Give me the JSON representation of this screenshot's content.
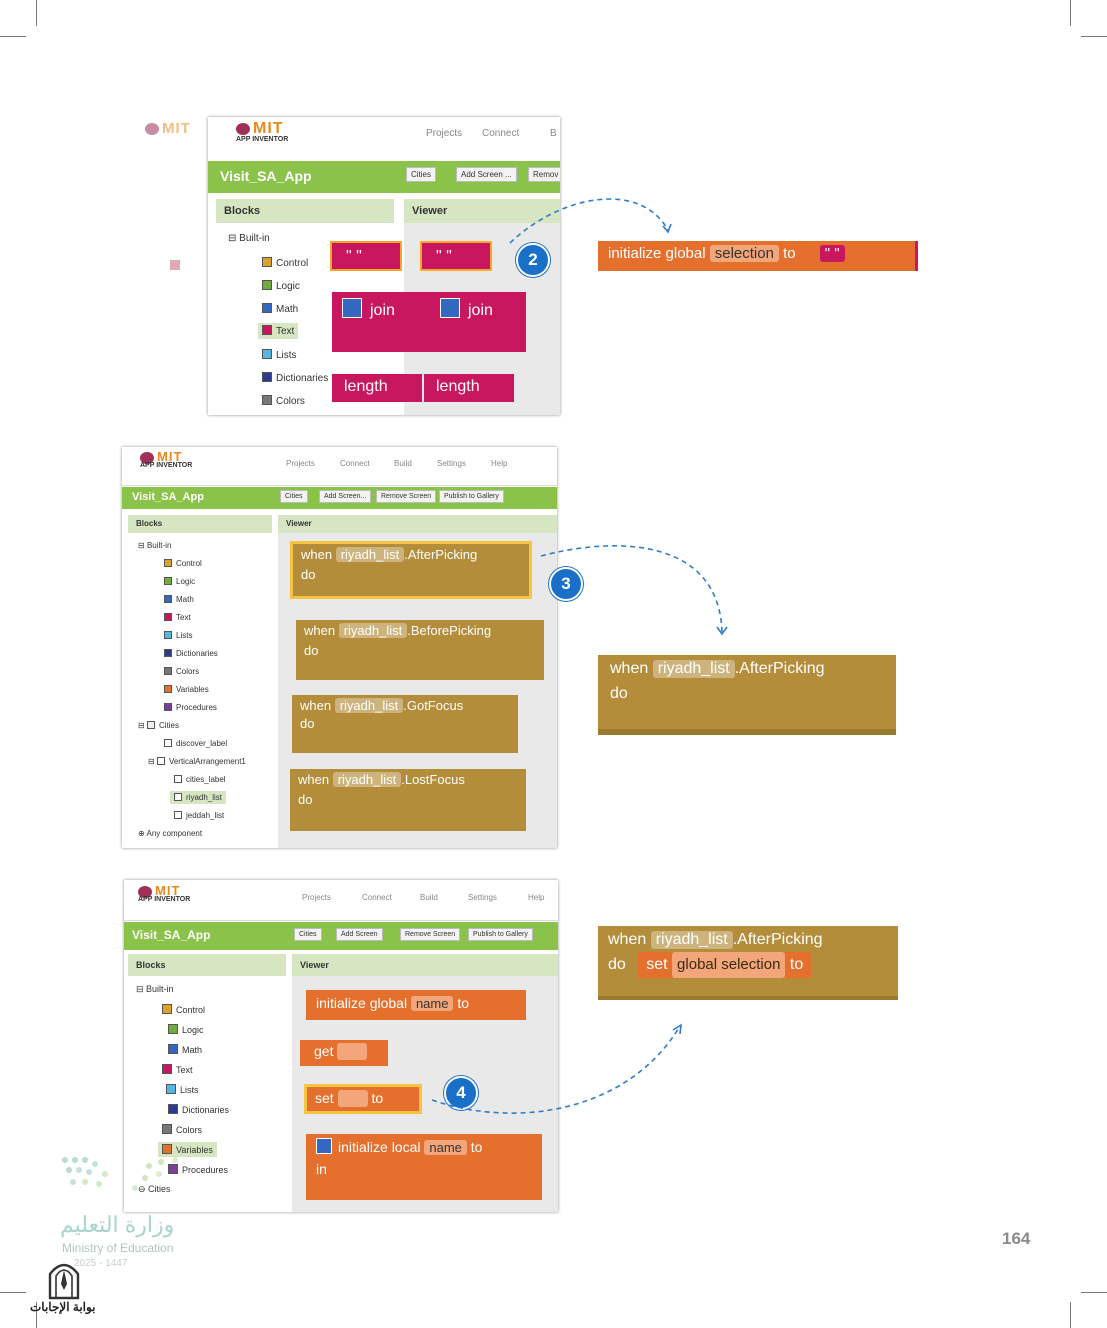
{
  "page": {
    "number": "164"
  },
  "brand": {
    "logo_text": "MIT",
    "logo_sub": "APP INVENTOR",
    "app_title": "Visit_SA_App"
  },
  "screenshot1": {
    "menu": [
      "Projects",
      "Connect",
      "B"
    ],
    "buttons": [
      "Cities",
      "Add Screen ...",
      "Remov"
    ],
    "blocks_header": "Blocks",
    "viewer_header": "Viewer",
    "tree_root": "Built-in",
    "tree": [
      "Control",
      "Logic",
      "Math",
      "Text",
      "Lists",
      "Dictionaries",
      "Colors"
    ],
    "blocks": {
      "quote": "\" \"",
      "join": "join",
      "length": "length"
    },
    "badge": "2"
  },
  "callout1": {
    "label": "initialize global",
    "name": "selection",
    "to": "to",
    "quote": "\" \""
  },
  "screenshot2": {
    "menu": [
      "Projects",
      "Connect",
      "Build",
      "Settings",
      "Help"
    ],
    "buttons": [
      "Cities",
      "Add Screen...",
      "Remove Screen",
      "Publish to Gallery"
    ],
    "blocks_header": "Blocks",
    "viewer_header": "Viewer",
    "tree_root": "Built-in",
    "tree": [
      "Control",
      "Logic",
      "Math",
      "Text",
      "Lists",
      "Dictionaries",
      "Colors",
      "Variables",
      "Procedures"
    ],
    "screen_root": "Cities",
    "components": [
      "discover_label",
      "VerticalArrangement1",
      "cities_label",
      "riyadh_list",
      "jeddah_list",
      "Any component"
    ],
    "events": [
      {
        "when": "when",
        "comp": "riyadh_list",
        "event": ".AfterPicking",
        "do": "do"
      },
      {
        "when": "when",
        "comp": "riyadh_list",
        "event": ".BeforePicking",
        "do": "do"
      },
      {
        "when": "when",
        "comp": "riyadh_list",
        "event": ".GotFocus",
        "do": "do"
      },
      {
        "when": "when",
        "comp": "riyadh_list",
        "event": ".LostFocus",
        "do": "do"
      }
    ],
    "badge": "3"
  },
  "callout2": {
    "when": "when",
    "comp": "riyadh_list",
    "event": ".AfterPicking",
    "do": "do"
  },
  "screenshot3": {
    "menu": [
      "Projects",
      "Connect",
      "Build",
      "Settings",
      "Help"
    ],
    "buttons": [
      "Cities",
      "Add Screen",
      "Remove Screen",
      "Publish to Gallery"
    ],
    "blocks_header": "Blocks",
    "viewer_header": "Viewer",
    "tree_root": "Built-in",
    "tree": [
      "Control",
      "Logic",
      "Math",
      "Text",
      "Lists",
      "Dictionaries",
      "Colors",
      "Variables",
      "Procedures",
      "Cities"
    ],
    "blocks": {
      "init_global": "initialize global",
      "name": "name",
      "to": "to",
      "get": "get",
      "set": "set",
      "init_local": "initialize local",
      "in": "in"
    },
    "badge": "4"
  },
  "callout3": {
    "when": "when",
    "comp": "riyadh_list",
    "event": ".AfterPicking",
    "do": "do",
    "set": "set",
    "var": "global selection",
    "to": "to"
  },
  "ministry": {
    "arabic": "وزارة التعليم",
    "english": "Ministry of Education",
    "year": "2025 - 1447",
    "watermark": "بوابة الإجابات"
  },
  "colors": {
    "green": "#8bc34a",
    "text_block": "#c8175e",
    "event_block": "#b38d3a",
    "variable_block": "#e56f2d",
    "badge": "#1a6fc9",
    "arrow": "#2f7cc7"
  }
}
